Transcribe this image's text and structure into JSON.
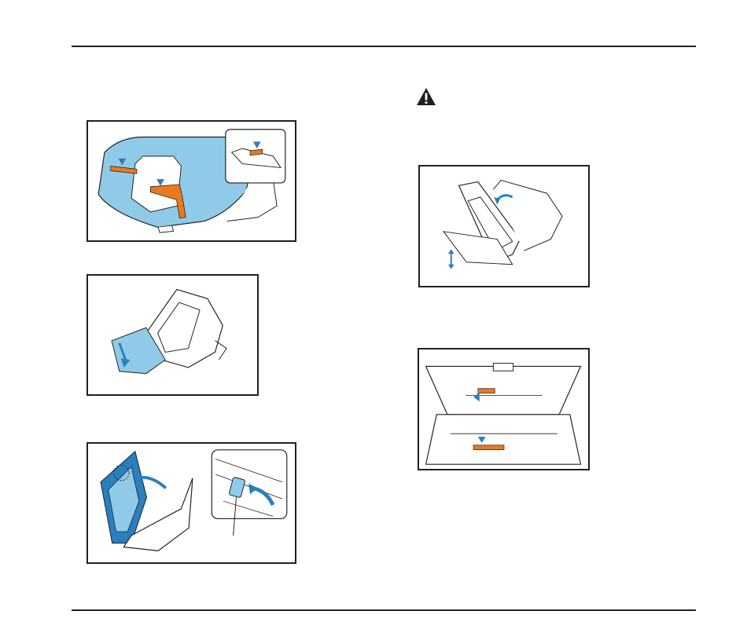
{
  "page": {
    "header_rule": true,
    "footer_rule": true
  },
  "warning": {
    "icon": "warning-triangle-icon"
  },
  "figures": [
    {
      "name": "figure-remove-packing-tape",
      "depicts": "scanner-with-orange-tape"
    },
    {
      "name": "figure-open-document-feed-tray",
      "depicts": "scanner-tray-lowering"
    },
    {
      "name": "figure-open-front-unit",
      "depicts": "scanner-front-unit-open"
    },
    {
      "name": "figure-adjust-eject-tray",
      "depicts": "scanner-eject-tray"
    },
    {
      "name": "figure-remove-inner-tape",
      "depicts": "scanner-interior-tape"
    }
  ],
  "colors": {
    "line": "#231f20",
    "accent_blue": "#2a7fbf",
    "light_blue": "#8fcbe8",
    "tape_orange": "#e8791e"
  }
}
